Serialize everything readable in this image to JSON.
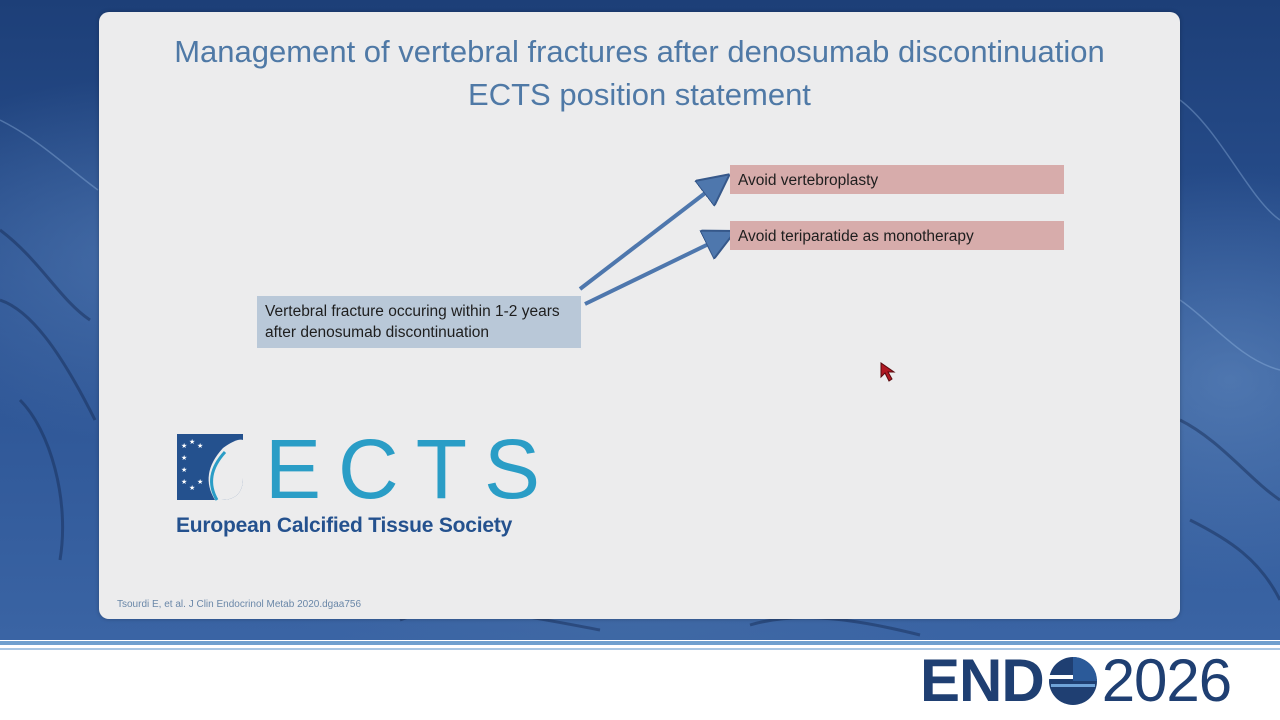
{
  "slide": {
    "title_line1": "Management of vertebral fractures after denosumab discontinuation",
    "title_line2": "ECTS position statement",
    "source_box": "Vertebral fracture occuring within 1-2 years after denosumab discontinuation",
    "recommendations": [
      "Avoid vertebroplasty",
      "Avoid teriparatide as monotherapy"
    ],
    "logo": {
      "letters": "ECTS",
      "name": "European Calcified Tissue Society"
    },
    "citation": "Tsourdi E, et al. J Clin Endocrinol Metab 2020.dgaa756"
  },
  "footer": {
    "brand_left": "END",
    "brand_year": "2026"
  },
  "colors": {
    "title": "#4f79a6",
    "recommendation_box": "#d7acab",
    "source_box": "#b9c8d8",
    "arrow": "#4e77ad",
    "ects_blue": "#2a9dc6",
    "ects_navy": "#24518e",
    "endo_navy": "#1f3f72"
  }
}
